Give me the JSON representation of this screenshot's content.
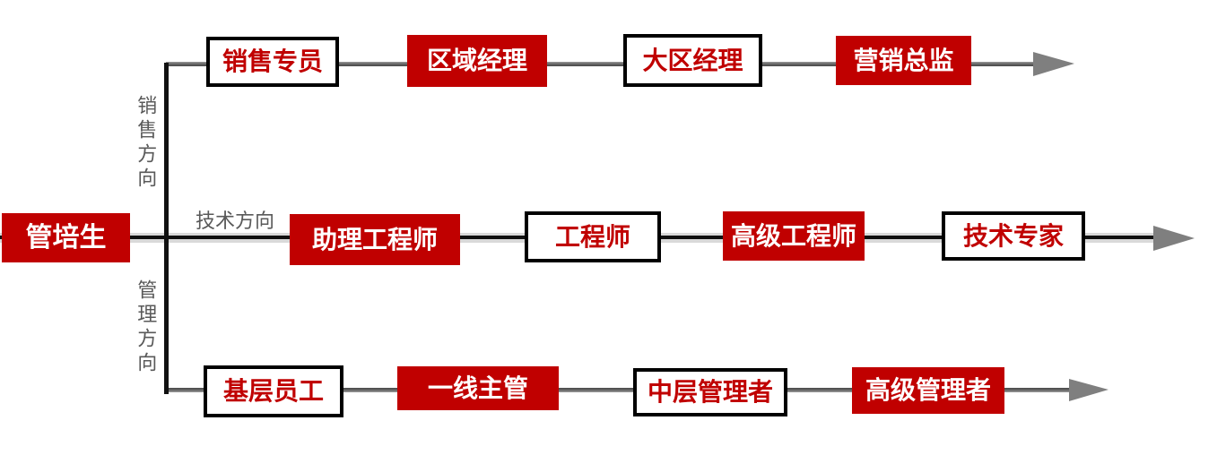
{
  "root": {
    "label": "管培生"
  },
  "branches": [
    {
      "direction_label": "销售方向",
      "stages": [
        {
          "label": "销售专员",
          "style": "outline"
        },
        {
          "label": "区域经理",
          "style": "filled"
        },
        {
          "label": "大区经理",
          "style": "outline"
        },
        {
          "label": "营销总监",
          "style": "filled"
        }
      ]
    },
    {
      "direction_label": "技术方向",
      "stages": [
        {
          "label": "助理工程师",
          "style": "filled"
        },
        {
          "label": "工程师",
          "style": "outline"
        },
        {
          "label": "高级工程师",
          "style": "filled"
        },
        {
          "label": "技术专家",
          "style": "outline"
        }
      ]
    },
    {
      "direction_label": "管理方向",
      "stages": [
        {
          "label": "基层员工",
          "style": "outline"
        },
        {
          "label": "一线主管",
          "style": "filled"
        },
        {
          "label": "中层管理者",
          "style": "outline"
        },
        {
          "label": "高级管理者",
          "style": "filled"
        }
      ]
    }
  ],
  "colors": {
    "accent_red": "#c00000",
    "border_black": "#000000",
    "label_gray": "#595959",
    "arrow_gray": "#7f7f7f",
    "line_silver": "#d9d9d9"
  }
}
